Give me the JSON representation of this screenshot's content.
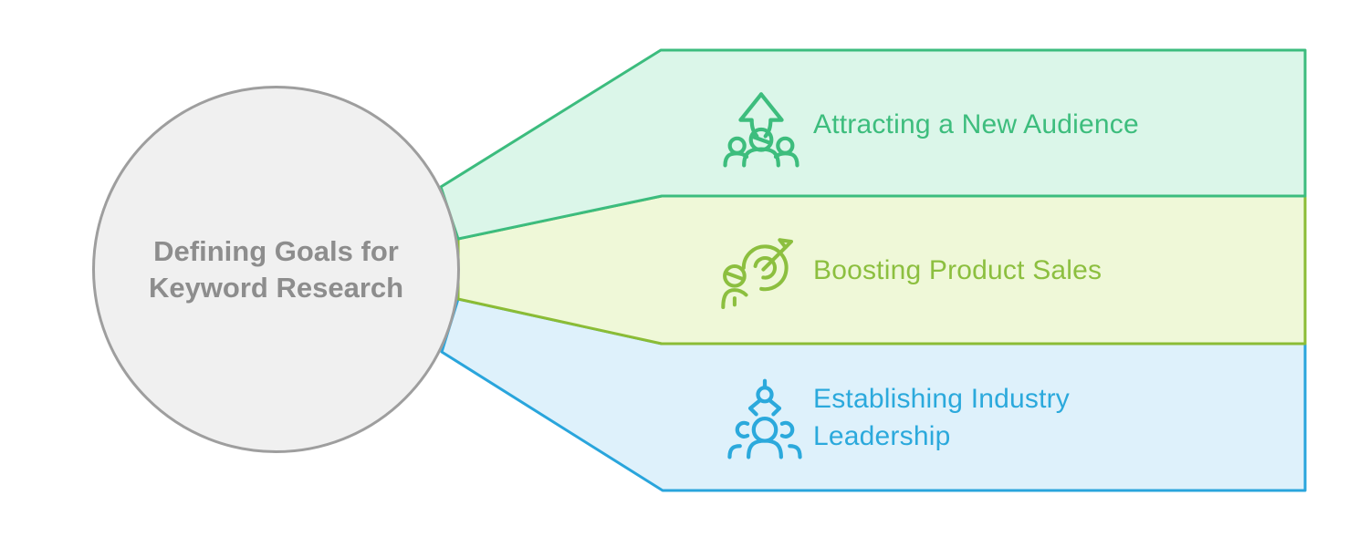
{
  "center": {
    "title": "Defining Goals for Keyword Research",
    "fill_color": "#f0f0f0",
    "stroke_color": "#9e9e9e",
    "text_color": "#8d8d8d"
  },
  "branches": [
    {
      "label": "Attracting a New Audience",
      "icon": "audience-growth-icon",
      "fill_color": "#dbf6e9",
      "stroke_color": "#3cbc7e",
      "text_color": "#3dbd7d"
    },
    {
      "label": "Boosting Product Sales",
      "icon": "target-dart-icon",
      "fill_color": "#eff8d8",
      "stroke_color": "#8bbc35",
      "text_color": "#8cbf3f"
    },
    {
      "label": "Establishing Industry Leadership",
      "icon": "leadership-icon",
      "fill_color": "#def1fb",
      "stroke_color": "#29a5dc",
      "text_color": "#2ba9dc"
    }
  ]
}
